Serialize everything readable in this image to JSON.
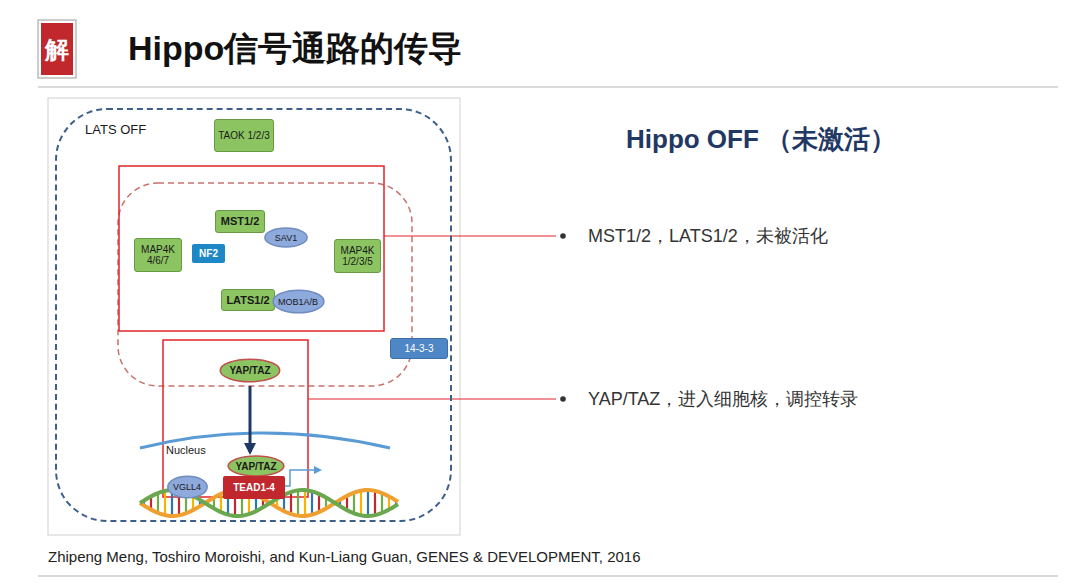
{
  "diagram": {
    "title": "Hippo信号通路的传导",
    "caption": "Zhipeng Meng, Toshiro Moroishi, and Kun-Liang Guan, GENES & DEVELOPMENT, 2016",
    "nodes": [
      {
        "text": [
          "LATS OFF"
        ]
      },
      {
        "text": [
          "TAOK 1/2/3"
        ],
        "in": 0
      },
      {
        "text": [
          "MST1/2"
        ],
        "in": 0
      },
      {
        "text": [
          "SAV1"
        ],
        "in": 0
      },
      {
        "text": [
          "MAP4K 4/6/7"
        ],
        "in": 0
      },
      {
        "text": [
          "NF2"
        ],
        "in": 0
      },
      {
        "text": [
          "MAP4K 1/2/3/5"
        ],
        "in": 0
      },
      {
        "text": [
          "LATS1/2"
        ],
        "in": 0
      },
      {
        "text": [
          "MOB1A/B"
        ],
        "in": 0
      },
      {
        "text": [
          "14-3-3"
        ],
        "in": 0
      },
      {
        "text": [
          "YAP/TAZ"
        ],
        "in": 0
      },
      {
        "text": [
          "YAP/TAZ"
        ],
        "in": 0
      },
      {
        "text": [
          "VGLL4"
        ],
        "in": 0
      },
      {
        "text": [
          "TEAD1-4"
        ],
        "in": 0
      }
    ],
    "edges": [
      {
        "from": 10,
        "to": 11,
        "arrow": "to"
      }
    ],
    "labels": [
      "解",
      "Nucleus",
      "Hippo OFF （未激活）",
      "MST1/2，LATS1/2，未被活化",
      "YAP/TAZ，进入细胞核，调控转录"
    ]
  }
}
